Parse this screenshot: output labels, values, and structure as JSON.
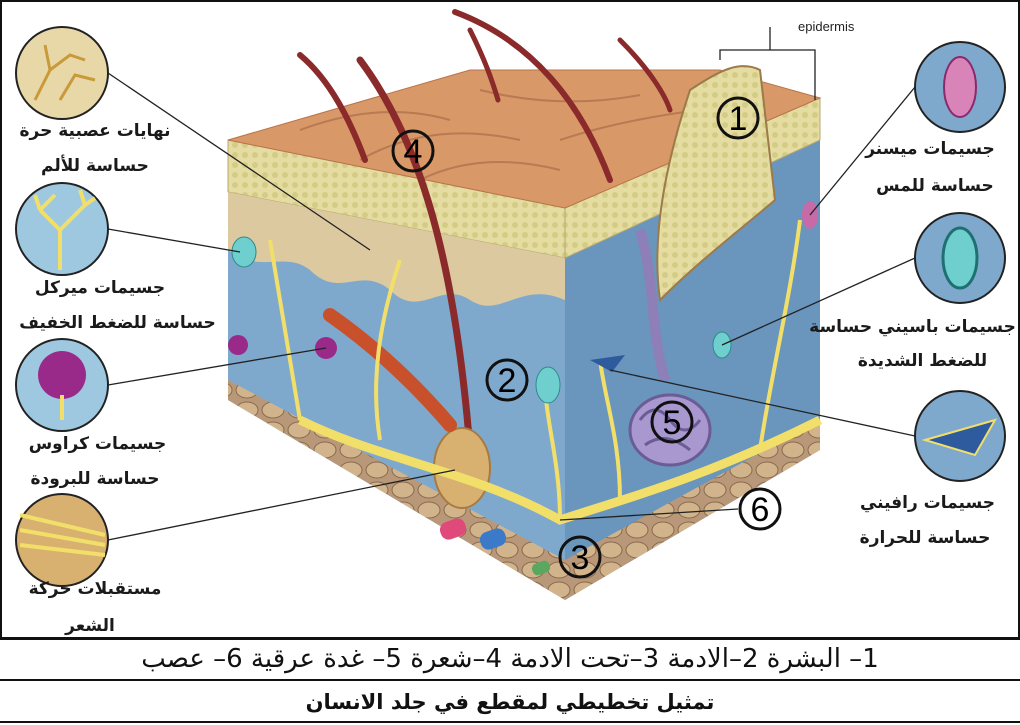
{
  "labels": {
    "free_nerve_endings": [
      "نهايات عصبية حرة",
      "حساسة للألم"
    ],
    "merkel": [
      "جسيمات ميركل",
      "حساسة للضغط الخفيف"
    ],
    "krause": [
      "جسيمات كراوس",
      "حساسة للبرودة"
    ],
    "hair_receptors": [
      "مستقبلات حركة",
      "الشعر"
    ],
    "meissner": [
      "جسيمات ميسنر",
      "حساسة للمس"
    ],
    "pacinian": [
      "جسيمات باسيني حساسة",
      "للضغط الشديدة"
    ],
    "ruffini": [
      "جسيمات رافيني",
      "حساسة للحرارة"
    ],
    "epidermis": "epidermis"
  },
  "markers": [
    "1",
    "2",
    "3",
    "4",
    "5",
    "6"
  ],
  "legend": "1– البشرة 2–الادمة 3–تحت الادمة 4–شعرة 5– غدة عرقية 6– عصب",
  "caption": "تمثيل تخطيطي لمقطع في جلد الانسان",
  "colors": {
    "epidermis": "#e8c9a0",
    "skin_surface": "#d89868",
    "dermis": "#7fa9cc",
    "nerve": "#f2df6a",
    "hair": "#8a2a2a",
    "gland": "#8e7fb8"
  }
}
